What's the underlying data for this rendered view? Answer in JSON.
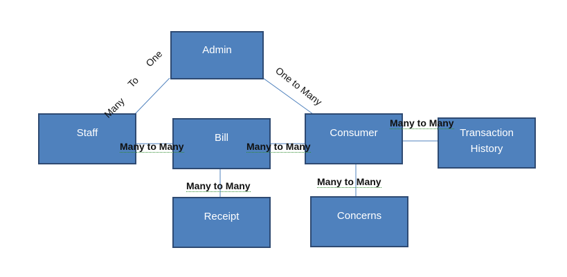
{
  "nodes": {
    "admin": "Admin",
    "staff": "Staff",
    "bill": "Bill",
    "consumer": "Consumer",
    "transaction": "Transaction History",
    "receipt": "Receipt",
    "concerns": "Concerns"
  },
  "relations": {
    "admin_staff_many": "Many",
    "admin_staff_to": "To",
    "admin_staff_one": "One",
    "admin_consumer": "One to Many",
    "staff_bill": "Many  to Many",
    "bill_consumer": "Many  to Many",
    "consumer_transaction": "Many  to Many",
    "bill_receipt": "Many  to Many",
    "consumer_concerns": "Many  to Many"
  },
  "colors": {
    "node_fill": "#4f81bd",
    "node_border": "#2e4a72",
    "line": "#4f81bd"
  }
}
